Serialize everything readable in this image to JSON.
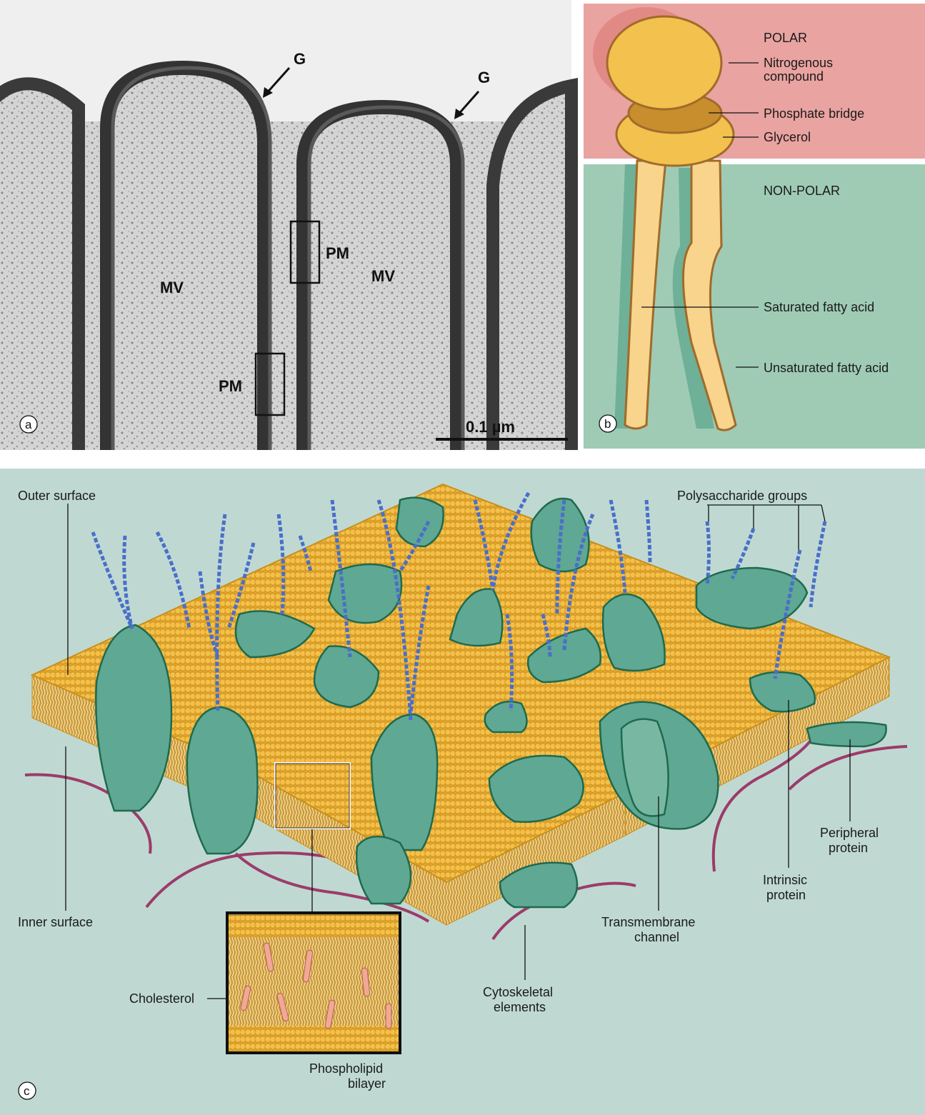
{
  "panel_a": {
    "letter": "a",
    "labels": {
      "G_left": "G",
      "G_right": "G",
      "MV_left": "MV",
      "MV_right": "MV",
      "PM_upper": "PM",
      "PM_lower": "PM"
    },
    "scale_bar": "0.1 µm"
  },
  "panel_b": {
    "letter": "b",
    "polar": "POLAR",
    "nonpolar": "NON-POLAR",
    "nitrogenous_line1": "Nitrogenous",
    "nitrogenous_line2": "compound",
    "phosphate_bridge": "Phosphate bridge",
    "glycerol": "Glycerol",
    "saturated": "Saturated fatty acid",
    "unsaturated": "Unsaturated fatty acid",
    "colors": {
      "polar_bg": "#e9a3a0",
      "nonpolar_bg": "#9fcbb5",
      "head": "#f2c14e",
      "tail": "#f8d48c"
    }
  },
  "panel_c": {
    "letter": "c",
    "outer_surface": "Outer surface",
    "inner_surface": "Inner surface",
    "polysaccharide": "Polysaccharide groups",
    "peripheral_1": "Peripheral",
    "peripheral_2": "protein",
    "intrinsic_1": "Intrinsic",
    "intrinsic_2": "protein",
    "transmembrane_1": "Transmembrane",
    "transmembrane_2": "channel",
    "cytoskeletal_1": "Cytoskeletal",
    "cytoskeletal_2": "elements",
    "cholesterol": "Cholesterol",
    "phospholipid_1": "Phospholipid",
    "phospholipid_2": "bilayer",
    "colors": {
      "background": "#bfd9d2",
      "bilayer": "#f0b53d",
      "protein": "#5fa894",
      "glycan": "#4a6fc9",
      "cytoskeleton": "#9c3b6a"
    }
  }
}
